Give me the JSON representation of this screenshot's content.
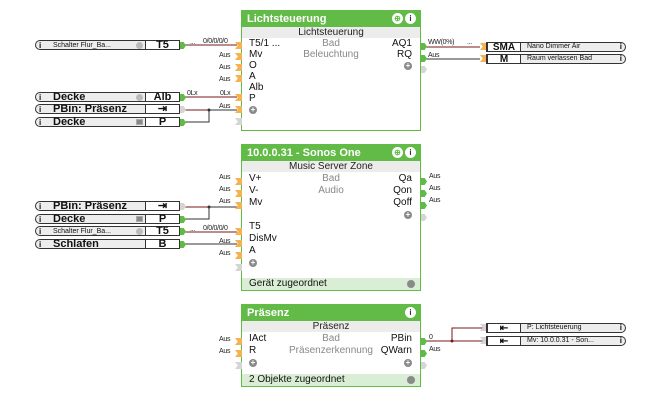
{
  "blocks": {
    "licht": {
      "title": "Lichtsteuerung",
      "subtitle": "Lichtsteuerung",
      "room": "Bad",
      "category": "Beleuchtung",
      "inputs": [
        "T5/1 ...",
        "Mv",
        "O",
        "A",
        "Alb",
        "P"
      ],
      "outputs": [
        "AQ1",
        "RQ"
      ]
    },
    "sonos": {
      "title": "10.0.0.31 - Sonos One",
      "subtitle": "Music Server Zone",
      "room": "Bad",
      "category": "Audio",
      "inputs": [
        "V+",
        "V-",
        "Mv",
        "T5",
        "DisMv",
        "A"
      ],
      "outputs": [
        "Qa",
        "Qon",
        "Qoff"
      ],
      "footer": "Gerät zugeordnet"
    },
    "praesenz": {
      "title": "Präsenz",
      "subtitle": "Präsenz",
      "room": "Bad",
      "category": "Präsenzerkennung",
      "inputs": [
        "IAct",
        "R"
      ],
      "outputs": [
        "PBin",
        "QWarn"
      ],
      "footer": "2 Objekte zugeordnet"
    }
  },
  "left_objects": [
    {
      "name": "Schalter Flur_Ba...",
      "symbol": "T5"
    },
    {
      "name": "Decke",
      "symbol": "Alb"
    },
    {
      "name": "PBin: Präsenz",
      "symbol": "⇥"
    },
    {
      "name": "Decke",
      "symbol": "P"
    },
    {
      "name": "PBin: Präsenz",
      "symbol": "⇥"
    },
    {
      "name": "Decke",
      "symbol": "P"
    },
    {
      "name": "Schalter Flur_Ba...",
      "symbol": "T5"
    },
    {
      "name": "Schlafen",
      "symbol": "B"
    }
  ],
  "right_objects": [
    {
      "symbol": "SMA",
      "name": "Nano Dimmer Air"
    },
    {
      "symbol": "M",
      "name": "Raum verlassen Bad"
    },
    {
      "symbol": "⇤",
      "name": "P: Lichtsteuerung"
    },
    {
      "symbol": "⇤",
      "name": "Mv:  10.0.0.31  -  Son..."
    }
  ],
  "wire_labels": {
    "dots": "...",
    "t5_value": "0/0/0/0/0",
    "aus": "Aus",
    "lux_left": "0Lx",
    "lux_right": "0Lx",
    "ww": "WW(0%)",
    "zero": "0"
  },
  "icons": {
    "info": "i",
    "move": "⊕",
    "plus": "+"
  }
}
